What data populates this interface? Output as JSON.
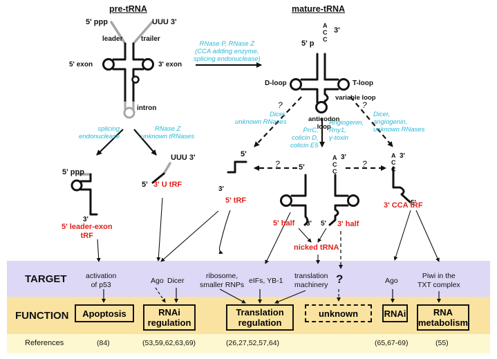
{
  "headers": {
    "pre": "pre-tRNA",
    "mature": "mature-tRNA"
  },
  "pre_labels": {
    "five_ppp": "5' ppp",
    "uuu3": "UUU 3'",
    "leader": "leader",
    "trailer": "trailer",
    "five_exon": "5' exon",
    "three_exon": "3' exon",
    "intron": "intron"
  },
  "mature_labels": {
    "a": "A",
    "c1": "C",
    "c2": "C",
    "three": "3'",
    "fivep": "5' p",
    "dloop": "D-loop",
    "tloop": "T-loop",
    "varloop": "variable loop",
    "anticodon": "anticodon\nloop"
  },
  "enzymes": {
    "processing": "RNase P, RNase Z\n(CCA adding enzyme,\nsplicing endonuclease)",
    "splicing": "splicing\nendonuclease",
    "rnasez": "RNase Z\nunknown tRNases",
    "dicer_left": "Dicer,\nunknown RNases",
    "prrc": "PrrC,\ncolicin D,\ncolicin E5",
    "angiogenin": "Angiogenin,\nRny1,\nγ-toxin",
    "dicer_right": "Dicer,\nangiogenin,\nunknown RNases"
  },
  "fragment_labels": {
    "five_ppp2": "5' ppp",
    "uuu3_2": "UUU 3'",
    "five_b": "5'",
    "three_a": "3'",
    "five_c": "5'",
    "three_b": "3'",
    "five_d": "5'",
    "three_c": "3'",
    "five_e": "5'",
    "a2": "A",
    "c3": "C",
    "c4": "C",
    "three_d": "3'",
    "a3": "A",
    "c5": "C",
    "c6": "C",
    "three_e": "3'",
    "five_f": "5'",
    "five_g": "5'"
  },
  "questions": [
    "?",
    "?",
    "?",
    "?",
    "?"
  ],
  "fragments": {
    "leader_exon": "5' leader-exon\ntRF",
    "u_trf": "3' U tRF",
    "five_trf": "5' tRF",
    "five_half": "5' half",
    "three_half": "3' half",
    "nicked": "nicked tRNA",
    "cca_trf": "3' CCA tRF"
  },
  "band_titles": {
    "target": "TARGET",
    "function": "FUNCTION",
    "references": "References"
  },
  "targets": {
    "p53": "activation\nof p53",
    "ago1": "Ago",
    "dicer": "Dicer",
    "ribosome": "ribosome,\nsmaller RNPs",
    "eifs": "eIFs, YB-1",
    "translation": "translation\nmachinery",
    "qmark": "?",
    "ago2": "Ago",
    "piwi": "Piwi in the\nTXT complex"
  },
  "functions": {
    "apoptosis": "Apoptosis",
    "rnai_reg": "RNAi\nregulation",
    "translation_reg": "Translation\nregulation",
    "unknown": "unknown",
    "rnai": "RNAi",
    "rna_metab": "RNA\nmetabolism"
  },
  "references": [
    "(84)",
    "(53,59,62,63,69)",
    "(26,27,52,57,64)",
    "(65,67-69)",
    "(55)"
  ],
  "colors": {
    "target_band": "#dcd8f5",
    "function_band": "#fae3a0",
    "references_band": "#fdf8cf",
    "fragment_red": "#e0201a",
    "enzyme_cyan": "#29b6d6",
    "strand_gray": "#a6a6a6"
  }
}
